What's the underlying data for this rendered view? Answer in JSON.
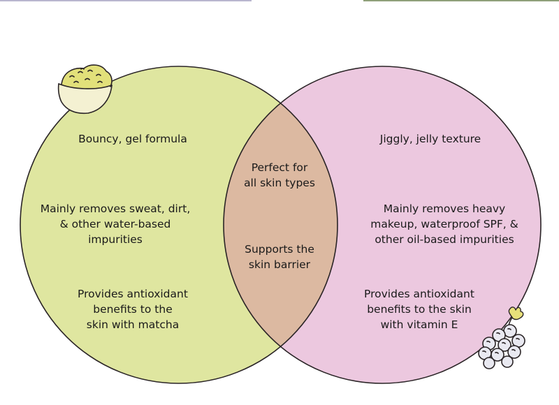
{
  "colors": {
    "left_circle": "#dfe6a0",
    "right_circle": "#ecc8df",
    "overlap": "#dcb9a1",
    "outline": "#2a2426",
    "matcha": "#e2e07a",
    "bowl": "#f4f1d2",
    "grape": "#e9e9f1",
    "leaf": "#e8e07a"
  },
  "icons": {
    "left": "matcha-bowl-icon",
    "right": "grapes-icon"
  },
  "left_circle": {
    "items": [
      "Bouncy, gel formula",
      "Mainly removes sweat, dirt,\n& other water-based\nimpurities",
      "Provides antioxidant\nbenefits to the\nskin with matcha"
    ]
  },
  "overlap": {
    "items": [
      "Perfect for\nall skin types",
      "Supports the\nskin barrier"
    ]
  },
  "right_circle": {
    "items": [
      "Jiggly, jelly texture",
      "Mainly removes heavy\nmakeup, waterproof SPF, &\nother oil-based impurities",
      "Provides antioxidant\nbenefits to the skin\nwith vitamin E"
    ]
  }
}
